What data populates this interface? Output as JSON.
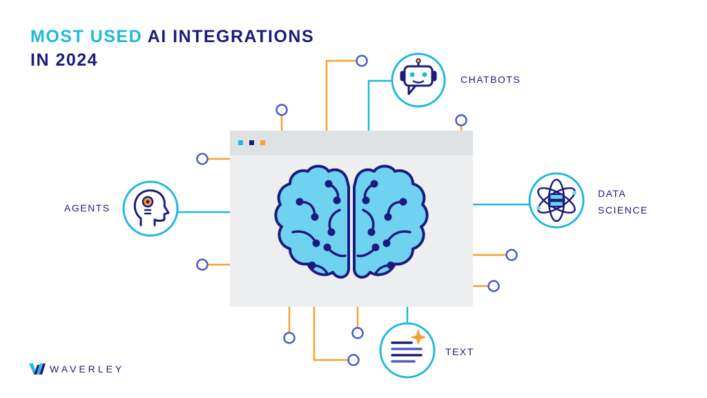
{
  "title": {
    "accent": "MOST USED",
    "rest": " AI INTEGRATIONS",
    "line2": "IN 2024"
  },
  "nodes": {
    "chatbots": "CHATBOTS",
    "agents": "AGENTS",
    "data_science_line1": "DATA",
    "data_science_line2": "SCIENCE",
    "text": "TEXT"
  },
  "logo": {
    "word": "WAVERLEY"
  },
  "colors": {
    "navy": "#1b1b7e",
    "cyan": "#1fb8e0",
    "orange": "#f5a12e",
    "brain_fill": "#6fd2f1",
    "window": "#eceeef",
    "titlebar": "#dfe2e4"
  },
  "icons": [
    "robot-icon",
    "head-gear-icon",
    "atom-database-icon",
    "document-sparkle-icon",
    "brain-icon",
    "waverley-logo-icon"
  ]
}
